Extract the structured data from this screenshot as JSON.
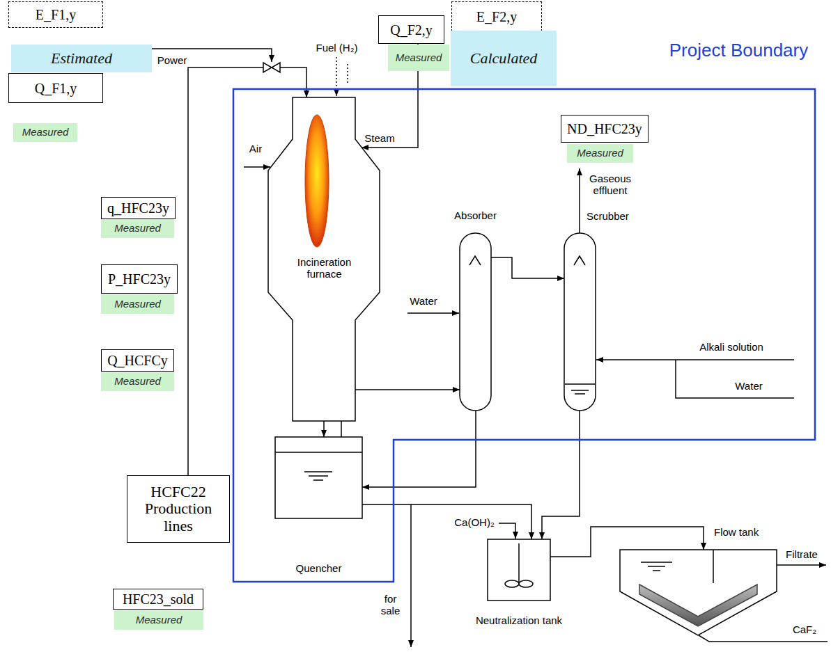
{
  "diagram": {
    "nodes": [
      {
        "text": [
          "E_F1,y",
          "Estimated"
        ]
      },
      {
        "text": [
          "Q_F1,y",
          "Measured"
        ]
      },
      {
        "text": [
          "Q_F2,y",
          "Measured"
        ]
      },
      {
        "text": [
          "E_F2,y",
          "Calculated"
        ]
      },
      {
        "text": [
          "Project Boundary"
        ]
      },
      {
        "text": [
          "ND_HFC23y",
          "Measured"
        ],
        "in": 4
      },
      {
        "text": [
          "Incineration furnace"
        ],
        "in": 4
      },
      {
        "text": [
          "Absorber"
        ],
        "in": 4
      },
      {
        "text": [
          "Scrubber"
        ],
        "in": 4
      },
      {
        "text": [
          "Quencher"
        ],
        "in": 4
      },
      {
        "text": [
          "q_HFC23y",
          "Measured"
        ]
      },
      {
        "text": [
          "P_HFC23y",
          "Measured"
        ]
      },
      {
        "text": [
          "Q_HCFCy",
          "Measured"
        ]
      },
      {
        "text": [
          "HCFC22 Production lines"
        ]
      },
      {
        "text": [
          "HFC23_sold",
          "Measured"
        ]
      },
      {
        "text": [
          "Neutralization tank"
        ]
      },
      {
        "text": [
          "Flow tank"
        ]
      }
    ],
    "edges": [
      {
        "from": 13,
        "to": 6,
        "arrow": "to"
      },
      {
        "from": 2,
        "to": 6,
        "arrow": "to"
      },
      {
        "from": 6,
        "to": 9,
        "arrow": "to"
      },
      {
        "from": 9,
        "to": 7,
        "arrow": "to"
      },
      {
        "from": 7,
        "to": 9,
        "arrow": "to"
      },
      {
        "from": 7,
        "to": 8,
        "arrow": "to"
      },
      {
        "from": 8,
        "to": 15,
        "arrow": "to"
      },
      {
        "from": 9,
        "to": 15,
        "arrow": "to"
      },
      {
        "from": 15,
        "to": 16,
        "arrow": "to"
      }
    ],
    "labels": [
      "Power",
      "Fuel (H₂)",
      "Air",
      "Steam",
      "Gaseous effluent",
      "Water",
      "Alkali solution",
      "Water",
      "for sale",
      "Ca(OH)₂",
      "Filtrate",
      "CaF₂"
    ]
  }
}
